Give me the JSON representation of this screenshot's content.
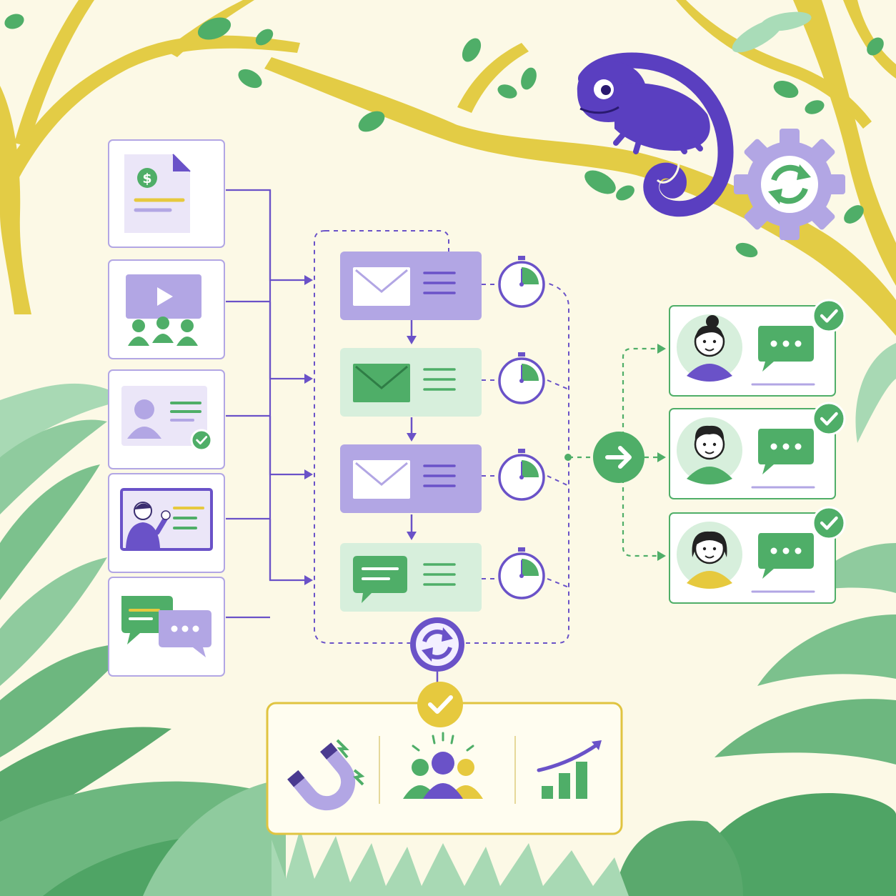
{
  "colors": {
    "background": "#fcf9e6",
    "purple": "#6a52c8",
    "purple_light": "#b2a6e4",
    "purple_pale": "#ebe6f8",
    "green": "#4fae68",
    "green_light": "#d7efdc",
    "yellow": "#e6c93e",
    "chameleon": "#5a3fc0"
  },
  "sources": [
    {
      "id": "invoice",
      "icon": "invoice-document-icon"
    },
    {
      "id": "webinar",
      "icon": "video-audience-icon"
    },
    {
      "id": "profile",
      "icon": "profile-card-verified-icon"
    },
    {
      "id": "presentation",
      "icon": "presenter-screen-icon"
    },
    {
      "id": "chat",
      "icon": "chat-bubbles-icon"
    }
  ],
  "sequence_steps": [
    {
      "id": "email-1",
      "icon": "envelope-icon",
      "theme": "purple",
      "timer": "stopwatch-icon"
    },
    {
      "id": "email-2",
      "icon": "envelope-icon",
      "theme": "green",
      "timer": "stopwatch-icon"
    },
    {
      "id": "email-3",
      "icon": "envelope-icon",
      "theme": "purple",
      "timer": "stopwatch-icon"
    },
    {
      "id": "message-4",
      "icon": "chat-message-icon",
      "theme": "green",
      "timer": "stopwatch-icon"
    }
  ],
  "loop_icon": "refresh-cycle-icon",
  "forward_icon": "arrow-right-icon",
  "recipients": [
    {
      "id": "woman-bun",
      "avatar": "woman-with-bun-avatar",
      "shirt": "purple",
      "status": "check-icon"
    },
    {
      "id": "man",
      "avatar": "man-avatar",
      "shirt": "green",
      "status": "check-icon"
    },
    {
      "id": "woman-bob",
      "avatar": "woman-with-bob-avatar",
      "shirt": "yellow",
      "status": "check-icon"
    }
  ],
  "outcomes": [
    {
      "id": "attract",
      "icon": "magnet-icon"
    },
    {
      "id": "engage",
      "icon": "audience-group-icon"
    },
    {
      "id": "growth",
      "icon": "growth-chart-icon"
    }
  ],
  "decor": {
    "mascot": "chameleon-icon",
    "gear": "gear-sync-icon"
  }
}
